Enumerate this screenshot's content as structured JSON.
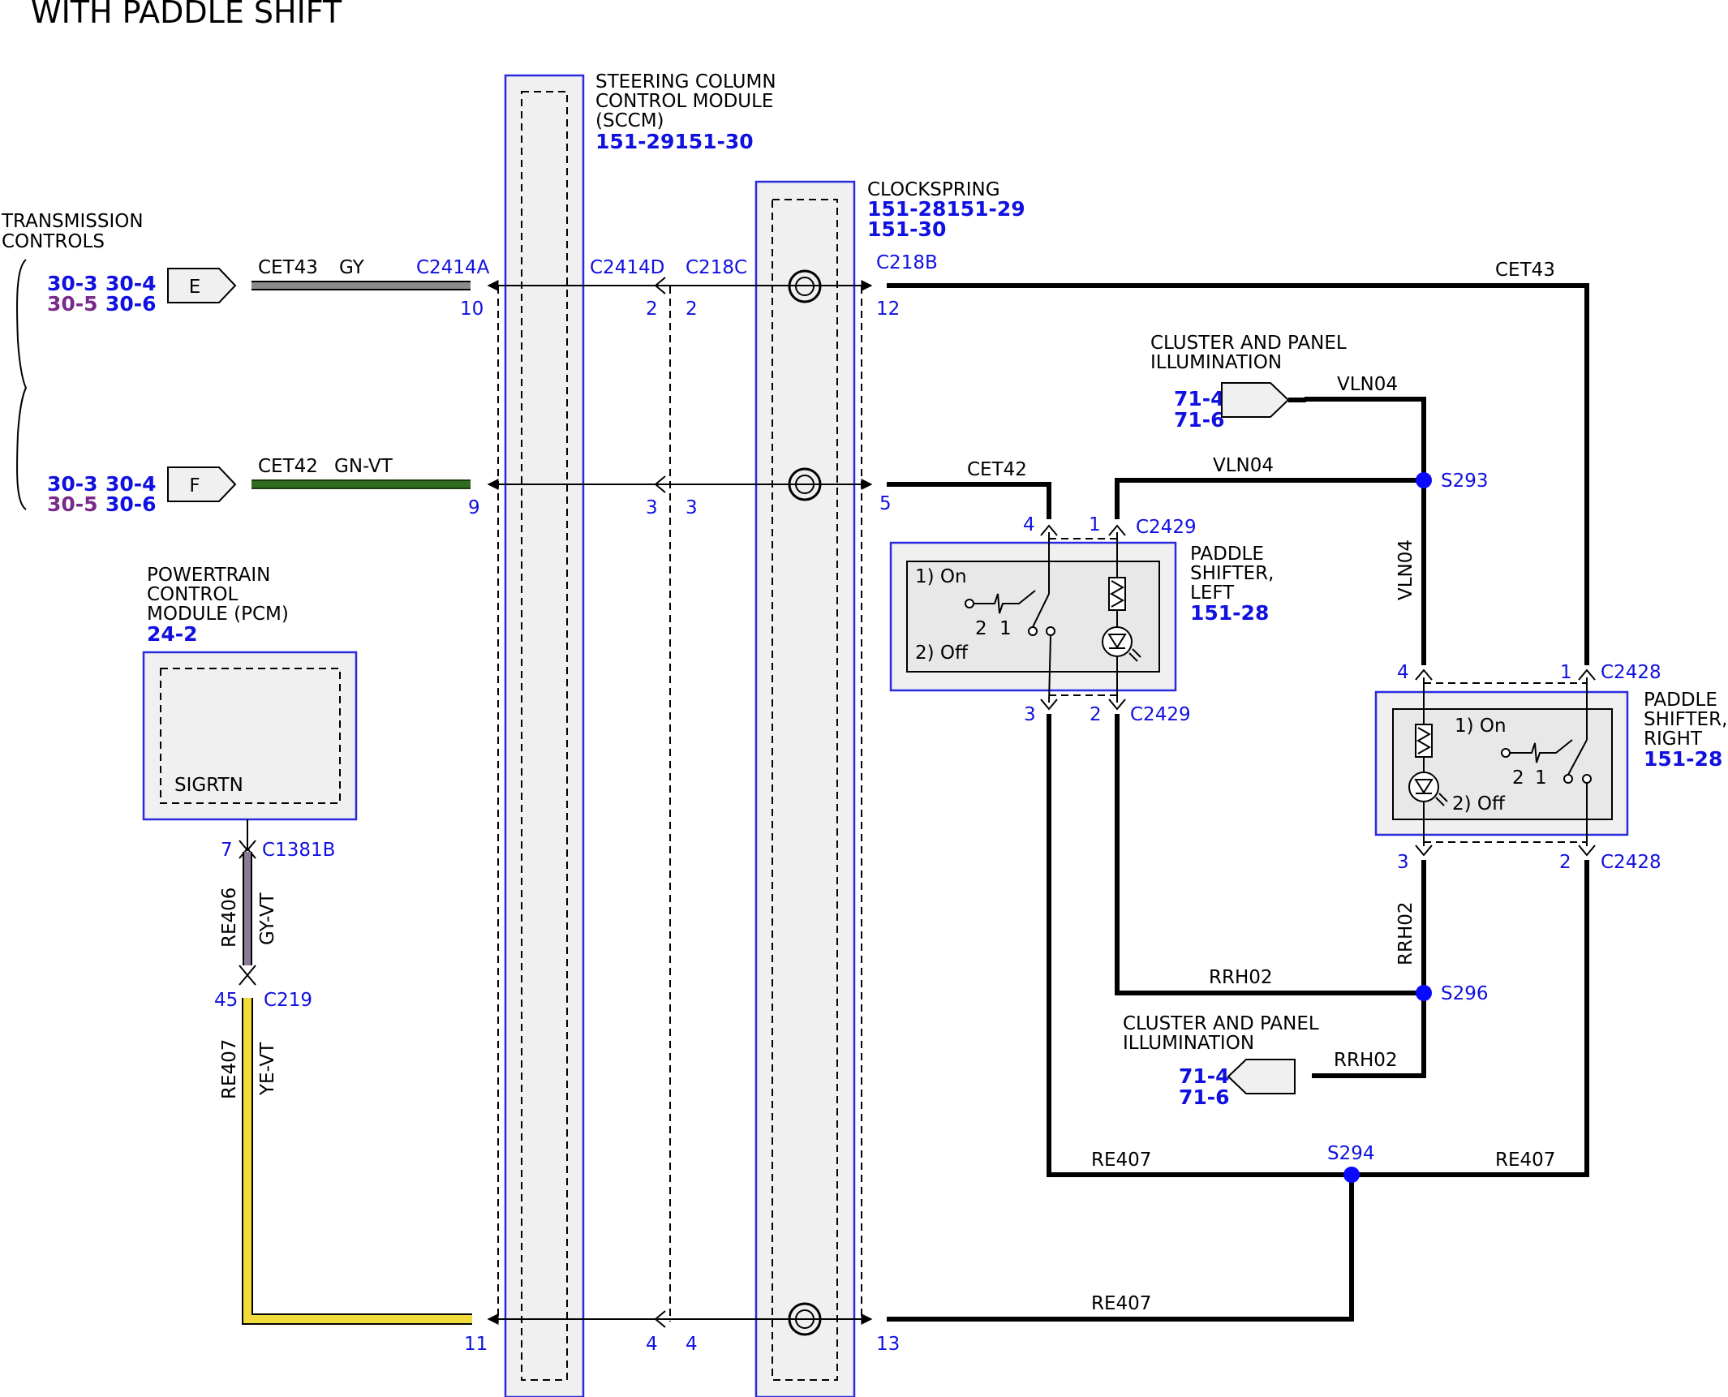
{
  "title": "WITH PADDLE SHIFT",
  "transmission_controls": {
    "label_lines": [
      "TRANSMISSION",
      "CONTROLS"
    ],
    "refs_top": [
      "30-3",
      "30-4",
      "30-5",
      "30-6"
    ],
    "refs_bottom": [
      "30-3",
      "30-4",
      "30-5",
      "30-6"
    ],
    "connector_e": "E",
    "connector_f": "F"
  },
  "sccm": {
    "label_lines": [
      "STEERING COLUMN",
      "CONTROL MODULE",
      "(SCCM)"
    ],
    "refs": "151-29151-30"
  },
  "clockspring": {
    "label": "CLOCKSPRING",
    "refs_line1": "151-28151-29",
    "refs_line2": "151-30"
  },
  "pcm": {
    "label_lines": [
      "POWERTRAIN",
      "CONTROL",
      "MODULE (PCM)"
    ],
    "refs": "24-2",
    "signal": "SIGRTN"
  },
  "cluster_top": {
    "label_lines": [
      "CLUSTER AND PANEL",
      "ILLUMINATION"
    ],
    "refs": [
      "71-4",
      "71-6"
    ]
  },
  "cluster_bottom": {
    "label_lines": [
      "CLUSTER AND PANEL",
      "ILLUMINATION"
    ],
    "refs": [
      "71-4",
      "71-6"
    ]
  },
  "paddle_left": {
    "label_lines": [
      "PADDLE",
      "SHIFTER,",
      "LEFT"
    ],
    "refs": "151-28",
    "on": "1) On",
    "off": "2) Off",
    "pos_2": "2",
    "pos_1": "1"
  },
  "paddle_right": {
    "label_lines": [
      "PADDLE",
      "SHIFTER,",
      "RIGHT"
    ],
    "refs": "151-28",
    "on": "1) On",
    "off": "2) Off",
    "pos_2": "2",
    "pos_1": "1"
  },
  "connectors": {
    "c2414a": "C2414A",
    "c2414d": "C2414D",
    "c218c": "C218C",
    "c218b": "C218B",
    "c2429_top": "C2429",
    "c2429_bottom": "C2429",
    "c2428_top": "C2428",
    "c2428_bottom": "C2428",
    "c1381b": "C1381B",
    "c219": "C219"
  },
  "pins": {
    "c2414a": [
      "10",
      "9",
      "11"
    ],
    "c2414d": [
      "2",
      "3",
      "4"
    ],
    "c218c": [
      "2",
      "3",
      "4"
    ],
    "c218b": [
      "12",
      "5",
      "13"
    ],
    "c2429_top": [
      "4",
      "1"
    ],
    "c2429_bottom": [
      "3",
      "2"
    ],
    "c2428_top": [
      "4",
      "1"
    ],
    "c2428_bottom": [
      "3",
      "2"
    ],
    "c1381b": "7",
    "c219": "45"
  },
  "splices": {
    "s293": "S293",
    "s296": "S296",
    "s294": "S294"
  },
  "wires": {
    "cet43": "CET43",
    "cet43_color": "GY",
    "cet42": "CET42",
    "cet42_color": "GN-VT",
    "vln04": "VLN04",
    "rrh02": "RRH02",
    "re406": "RE406",
    "re406_color": "GY-VT",
    "re407": "RE407",
    "re407_color": "YE-VT"
  },
  "colors": {
    "reference_blue": "#1010e0",
    "reference_purple": "#7a2a8a",
    "wire_gray": "#8a8a8a",
    "wire_green": "#2e6b1f",
    "wire_gray_violet": "#8a7a95",
    "wire_yellow": "#f2dc3c",
    "module_border": "#2a2ae0",
    "module_fill": "#f0f0f0",
    "splice_blue": "#0a0aff"
  }
}
